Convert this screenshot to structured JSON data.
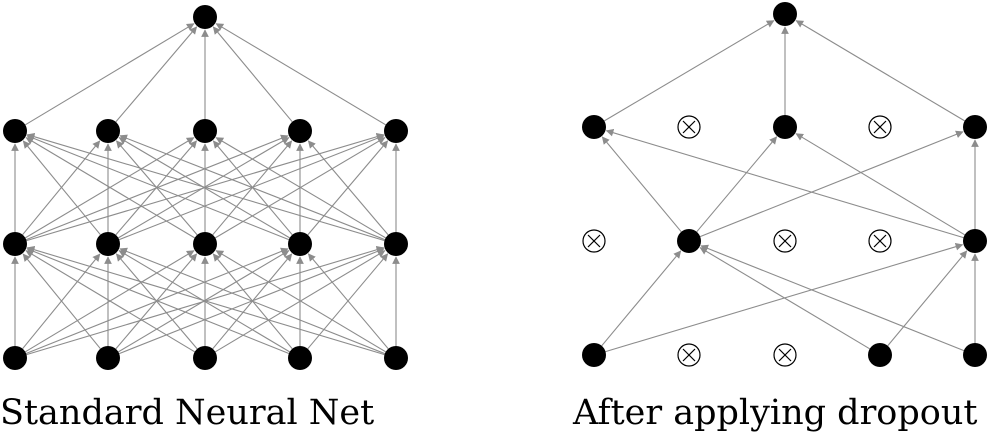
{
  "panels": [
    {
      "id": "standard",
      "caption": "Standard Neural Net",
      "nodes": [
        {
          "id": "o",
          "active": true
        },
        {
          "id": "h2a",
          "active": true
        },
        {
          "id": "h2b",
          "active": true
        },
        {
          "id": "h2c",
          "active": true
        },
        {
          "id": "h2d",
          "active": true
        },
        {
          "id": "h2e",
          "active": true
        },
        {
          "id": "h1a",
          "active": true
        },
        {
          "id": "h1b",
          "active": true
        },
        {
          "id": "h1c",
          "active": true
        },
        {
          "id": "h1d",
          "active": true
        },
        {
          "id": "h1e",
          "active": true
        },
        {
          "id": "ia",
          "active": true
        },
        {
          "id": "ib",
          "active": true
        },
        {
          "id": "ic",
          "active": true
        },
        {
          "id": "id",
          "active": true
        },
        {
          "id": "ie",
          "active": true
        }
      ],
      "edges": "fully-connected"
    },
    {
      "id": "dropout",
      "caption": "After applying dropout",
      "nodes": [
        {
          "id": "o",
          "active": true
        },
        {
          "id": "h2a",
          "active": true
        },
        {
          "id": "h2b",
          "active": false
        },
        {
          "id": "h2c",
          "active": true
        },
        {
          "id": "h2d",
          "active": false
        },
        {
          "id": "h2e",
          "active": true
        },
        {
          "id": "h1a",
          "active": false
        },
        {
          "id": "h1b",
          "active": true
        },
        {
          "id": "h1c",
          "active": false
        },
        {
          "id": "h1d",
          "active": false
        },
        {
          "id": "h1e",
          "active": true
        },
        {
          "id": "ia",
          "active": true
        },
        {
          "id": "ib",
          "active": false
        },
        {
          "id": "ic",
          "active": false
        },
        {
          "id": "id",
          "active": true
        },
        {
          "id": "ie",
          "active": true
        }
      ],
      "edges": [
        [
          "ia",
          "h1b"
        ],
        [
          "ia",
          "h1e"
        ],
        [
          "id",
          "h1b"
        ],
        [
          "id",
          "h1e"
        ],
        [
          "ie",
          "h1b"
        ],
        [
          "ie",
          "h1e"
        ],
        [
          "h1b",
          "h2a"
        ],
        [
          "h1b",
          "h2c"
        ],
        [
          "h1b",
          "h2e"
        ],
        [
          "h1e",
          "h2a"
        ],
        [
          "h1e",
          "h2c"
        ],
        [
          "h1e",
          "h2e"
        ],
        [
          "h2a",
          "o"
        ],
        [
          "h2c",
          "o"
        ],
        [
          "h2e",
          "o"
        ]
      ]
    }
  ],
  "colors": {
    "node": "#000000",
    "edge": "#8c8c8c",
    "dropped_stroke": "#000000"
  }
}
